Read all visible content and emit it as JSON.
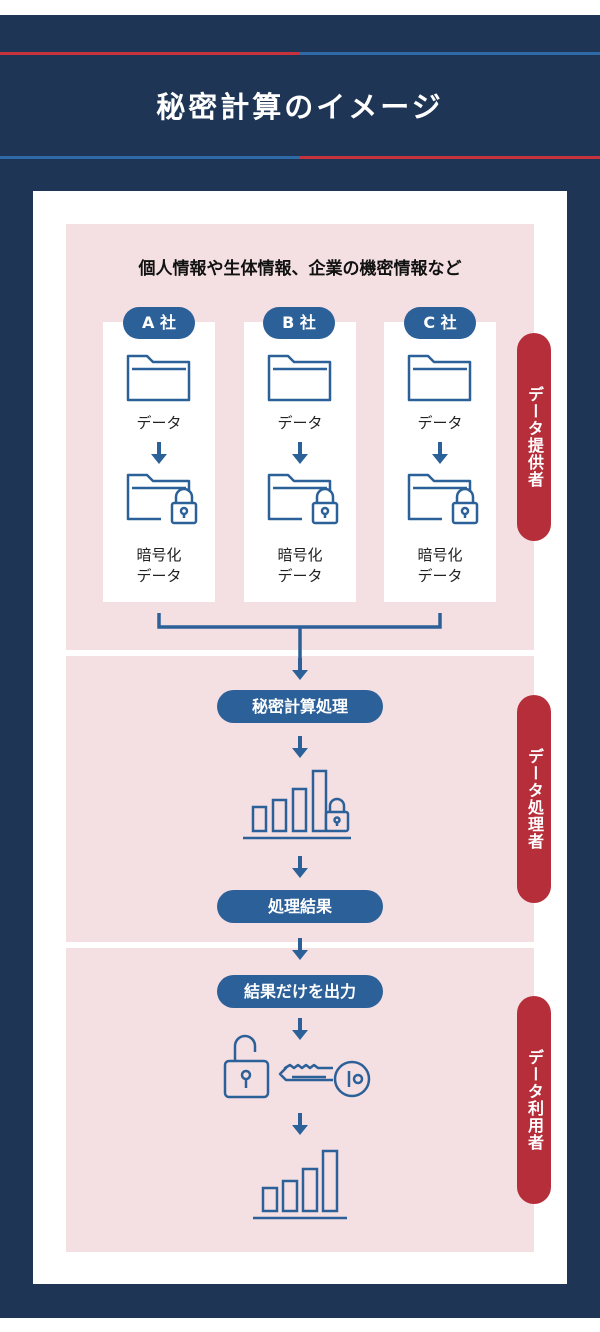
{
  "title": "秘密計算のイメージ",
  "intro": "個人情報や生体情報、企業の機密情報など",
  "companies": [
    {
      "name": "A 社"
    },
    {
      "name": "B 社"
    },
    {
      "name": "C 社"
    }
  ],
  "data_label": "データ",
  "encrypted_label_1": "暗号化",
  "encrypted_label_2": "データ",
  "steps": {
    "process": "秘密計算処理",
    "result": "処理結果",
    "output": "結果だけを出力"
  },
  "roles": {
    "provider": "データ提供者",
    "processor": "データ処理者",
    "user": "データ利用者"
  },
  "colors": {
    "navy": "#1e3556",
    "blue": "#2c6098",
    "red": "#b52e3a",
    "pink": "#f4dfe2"
  }
}
